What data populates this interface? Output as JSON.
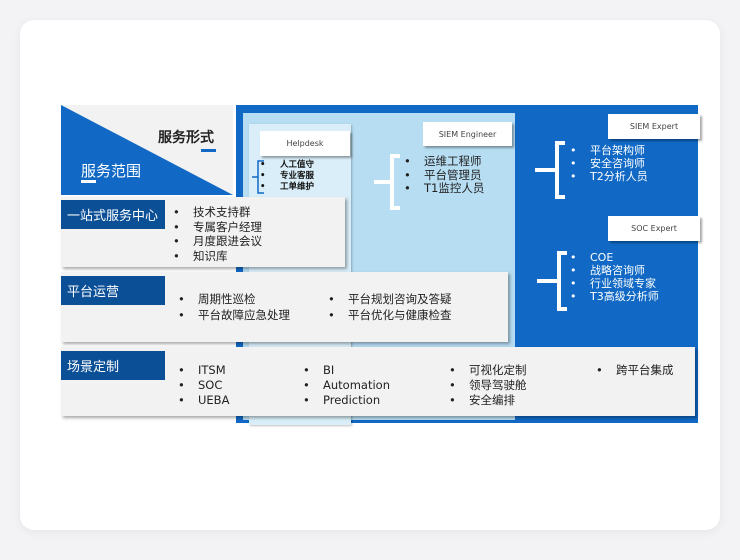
{
  "header": {
    "service_form": "服务形式",
    "service_scope": "服务范围"
  },
  "tiers": {
    "helpdesk": {
      "label": "Helpdesk",
      "items": [
        "人工值守",
        "专业客服",
        "工单维护"
      ]
    },
    "siem_engineer": {
      "label": "SIEM Engineer",
      "items": [
        "运维工程师",
        "平台管理员",
        "T1监控人员"
      ]
    },
    "siem_expert": {
      "label": "SIEM Expert",
      "items": [
        "平台架构师",
        "安全咨询师",
        "T2分析人员"
      ]
    },
    "soc_expert": {
      "label": "SOC Expert",
      "items": [
        "COE",
        "战略咨询师",
        "行业领域专家",
        "T3高级分析师"
      ]
    }
  },
  "rows": [
    {
      "label": "一站式服务中心",
      "cols": [
        [
          "技术支持群",
          "专属客户经理",
          "月度跟进会议",
          "知识库"
        ]
      ]
    },
    {
      "label": "平台运营",
      "cols": [
        [
          "周期性巡检",
          "平台故障应急处理"
        ],
        [
          "平台规划咨询及答疑",
          "平台优化与健康检查"
        ]
      ]
    },
    {
      "label": "场景定制",
      "cols": [
        [
          "ITSM",
          "SOC",
          "UEBA"
        ],
        [
          "BI",
          "Automation",
          "Prediction"
        ],
        [
          "可视化定制",
          "领导驾驶舱",
          "安全编排"
        ],
        [
          "跨平台集成"
        ]
      ]
    }
  ],
  "colors": {
    "blue": "#1169c5",
    "dark_blue": "#0b4f96",
    "light_blue": "#b7ddf2"
  }
}
